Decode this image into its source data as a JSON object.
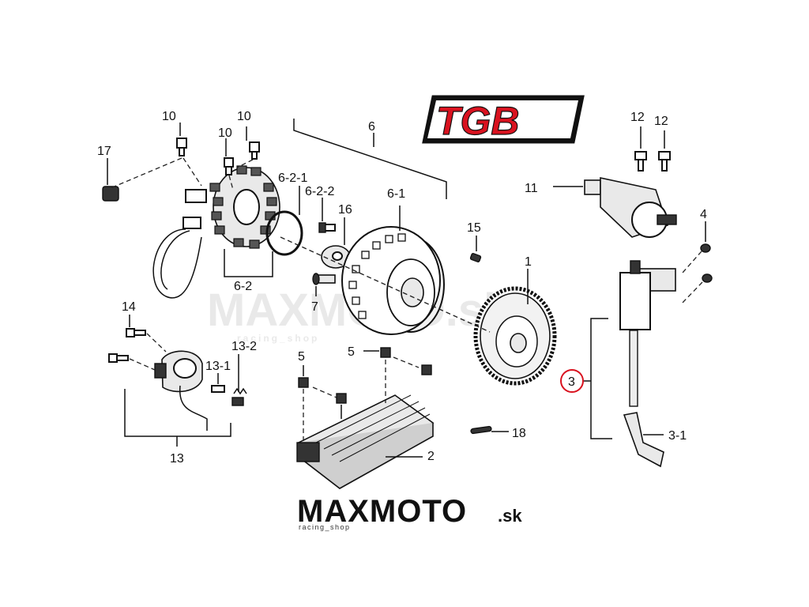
{
  "brand": {
    "logo_text": "TGB",
    "logo_color": "#d9121f"
  },
  "footer_logo": {
    "main": "MAXMOTO",
    "suffix": ".sk",
    "tagline": "racing_shop"
  },
  "watermark": {
    "main": "MAXMOTO.sk",
    "tagline": "racing_shop"
  },
  "callouts": {
    "p10a": "10",
    "p10b": "10",
    "p10c": "10",
    "p17": "17",
    "p6": "6",
    "p6_2_1": "6-2-1",
    "p6_2_2": "6-2-2",
    "p16": "16",
    "p6_1": "6-1",
    "p6_2": "6-2",
    "p7": "7",
    "p15": "15",
    "p1": "1",
    "p12a": "12",
    "p12b": "12",
    "p11": "11",
    "p4": "4",
    "p3": "3",
    "p3_1": "3-1",
    "p14": "14",
    "p13_1": "13-1",
    "p13_2": "13-2",
    "p13": "13",
    "p5a": "5",
    "p5b": "5",
    "p2": "2",
    "p18": "18"
  },
  "highlight_color": "#d9121f"
}
